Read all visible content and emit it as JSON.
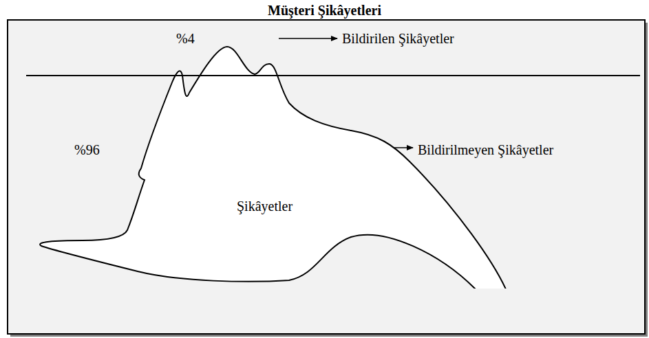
{
  "diagram": {
    "title": "Müşteri Şikâyetleri",
    "nodes": [
      {
        "text": [
          "Şikâyetler"
        ]
      }
    ],
    "labels": [
      "%4",
      "Bildirilen Şikâyetler",
      "%96",
      "Bildirilmeyen Şikâyetler"
    ]
  }
}
